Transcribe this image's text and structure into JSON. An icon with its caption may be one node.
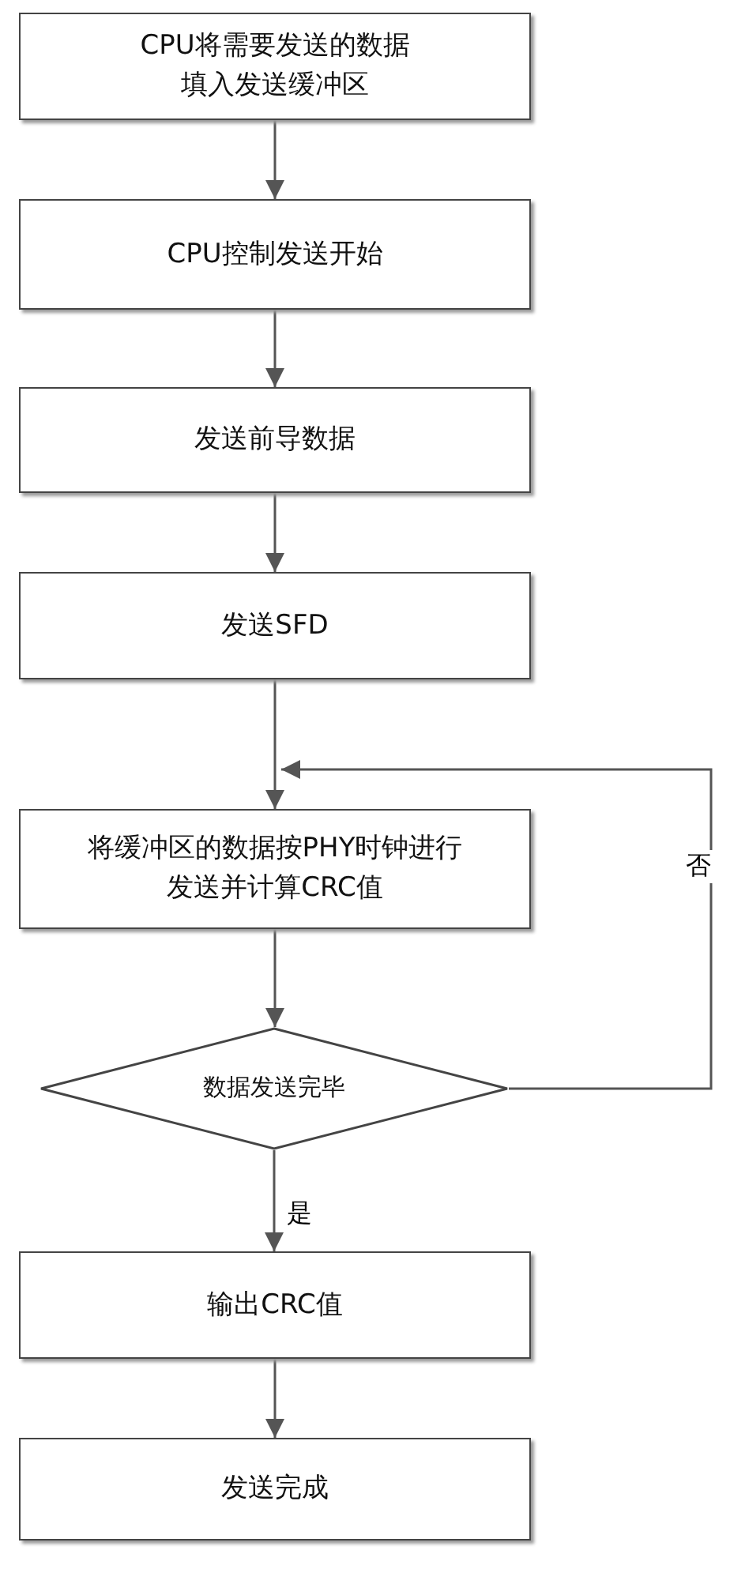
{
  "diagram": {
    "nodes": [
      {
        "text": [
          "CPU将需要发送的数据填入发送缓冲区"
        ]
      },
      {
        "text": [
          "CPU控制发送开始"
        ]
      },
      {
        "text": [
          "发送前导数据"
        ]
      },
      {
        "text": [
          "发送SFD"
        ]
      },
      {
        "text": [
          "将缓冲区的数据按PHY时钟进行发送并计算CRC值"
        ]
      },
      {
        "text": [
          "数据发送完毕"
        ]
      },
      {
        "text": [
          "输出CRC值"
        ]
      },
      {
        "text": [
          "发送完成"
        ]
      }
    ],
    "edges": [
      {
        "from": 0,
        "to": 1,
        "arrow": "to"
      },
      {
        "from": 1,
        "to": 2,
        "arrow": "to"
      },
      {
        "from": 2,
        "to": 3,
        "arrow": "to"
      },
      {
        "from": 3,
        "to": 4,
        "arrow": "to"
      },
      {
        "from": 4,
        "to": 5,
        "arrow": "to"
      },
      {
        "from": 5,
        "to": 4,
        "arrow": "to",
        "label": "否"
      },
      {
        "from": 5,
        "to": 6,
        "arrow": "to",
        "label": "是"
      },
      {
        "from": 6,
        "to": 7,
        "arrow": "to"
      }
    ]
  }
}
